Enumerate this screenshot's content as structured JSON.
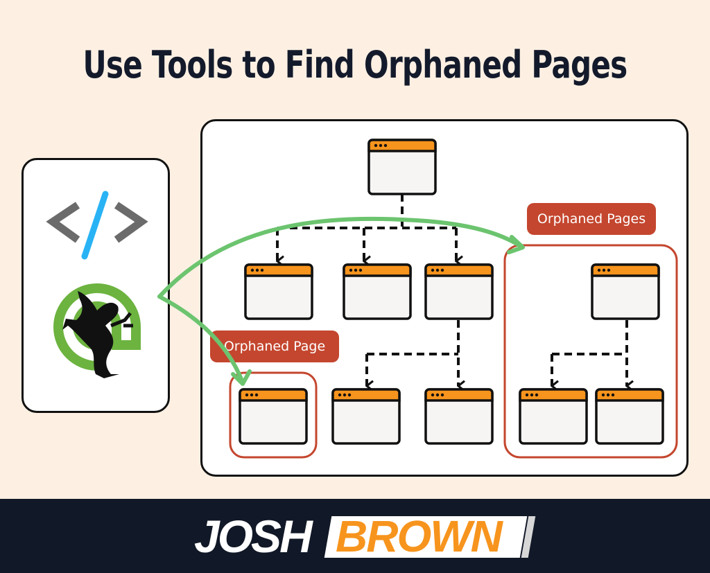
{
  "title": "Use Tools to Find Orphaned Pages",
  "tools": [
    {
      "name": "code-tool",
      "icon": "code-brackets-icon"
    },
    {
      "name": "screaming-frog",
      "icon": "frog-logo-icon"
    }
  ],
  "labels": {
    "orphaned_page": "Orphaned Page",
    "orphaned_pages": "Orphaned Pages"
  },
  "colors": {
    "background": "#fdf0e3",
    "title": "#131a2b",
    "browser_bar": "#f7941d",
    "browser_body": "#f7f5f4",
    "orphan_highlight": "#c4462e",
    "arrow": "#6cc46f",
    "footer": "#111827",
    "code_gray": "#6b6b6b",
    "code_blue": "#29b3f5",
    "frog_green": "#6cb33f"
  },
  "footer": {
    "logo_first": "JOSH",
    "logo_second": "BROWN"
  }
}
